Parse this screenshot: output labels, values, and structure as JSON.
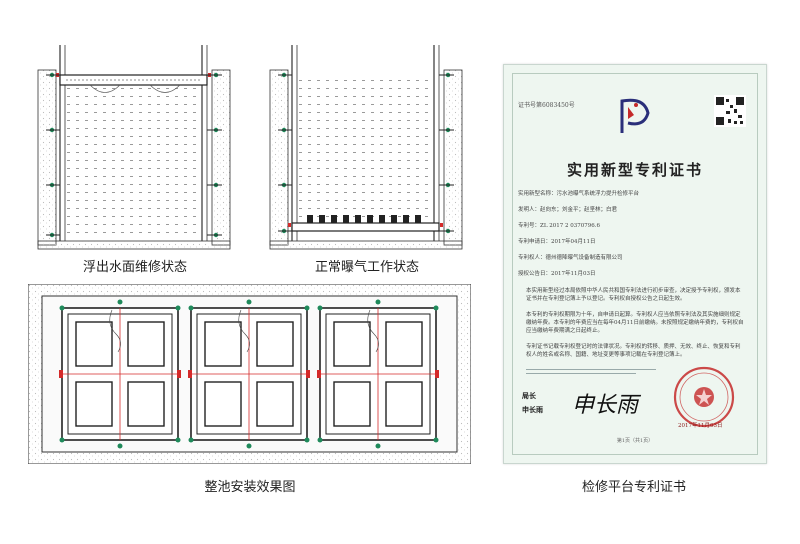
{
  "captions": {
    "float_state": "浮出水面维修状态",
    "normal_state": "正常曝气工作状态",
    "whole_pool": "整池安装效果图",
    "certificate": "检修平台专利证书"
  },
  "certificate": {
    "number": "证书号第6083450号",
    "title": "实用新型专利证书",
    "utility_name": "实用新型名称：污水池曝气系统浮力提升检修平台",
    "inventor": "发明人：赵向东；刘金平；赵坚林；白君",
    "patent_no": "专利号：ZL 2017 2 0370796.6",
    "filing_date": "专利申请日：2017年04月11日",
    "patentee": "专利权人：德州德降曝气设备制造有限公司",
    "grant_date": "授权公告日：2017年11月03日",
    "para1": "本实用新型经过本局依照中华人民共和国专利法进行初步审查，决定授予专利权，颁发本证书并在专利登记簿上予以登记。专利权自授权公告之日起生效。",
    "para2": "本专利的专利权期限为十年，自申请日起算。专利权人应当依照专利法及其实施细则规定缴纳年费。本专利的年费应当在每年04月11日前缴纳。未按照规定缴纳年费的，专利权自应当缴纳年费期满之日起终止。",
    "para3": "专利证书记载专利权登记时的法律状况。专利权的转移、质押、无效、终止、恢复和专利权人的姓名或名称、国籍、地址变更等事项记载在专利登记簿上。",
    "sig_label_1": "局长",
    "sig_label_2": "申长雨",
    "signature": "申长雨",
    "seal_date": "2017年11月03日",
    "footer": "第1页（共1页）"
  },
  "colors": {
    "frame": "#333333",
    "accent_red": "#d42a2a",
    "accent_green": "#1f8a5b",
    "water_dots": "#9a9a9a"
  }
}
